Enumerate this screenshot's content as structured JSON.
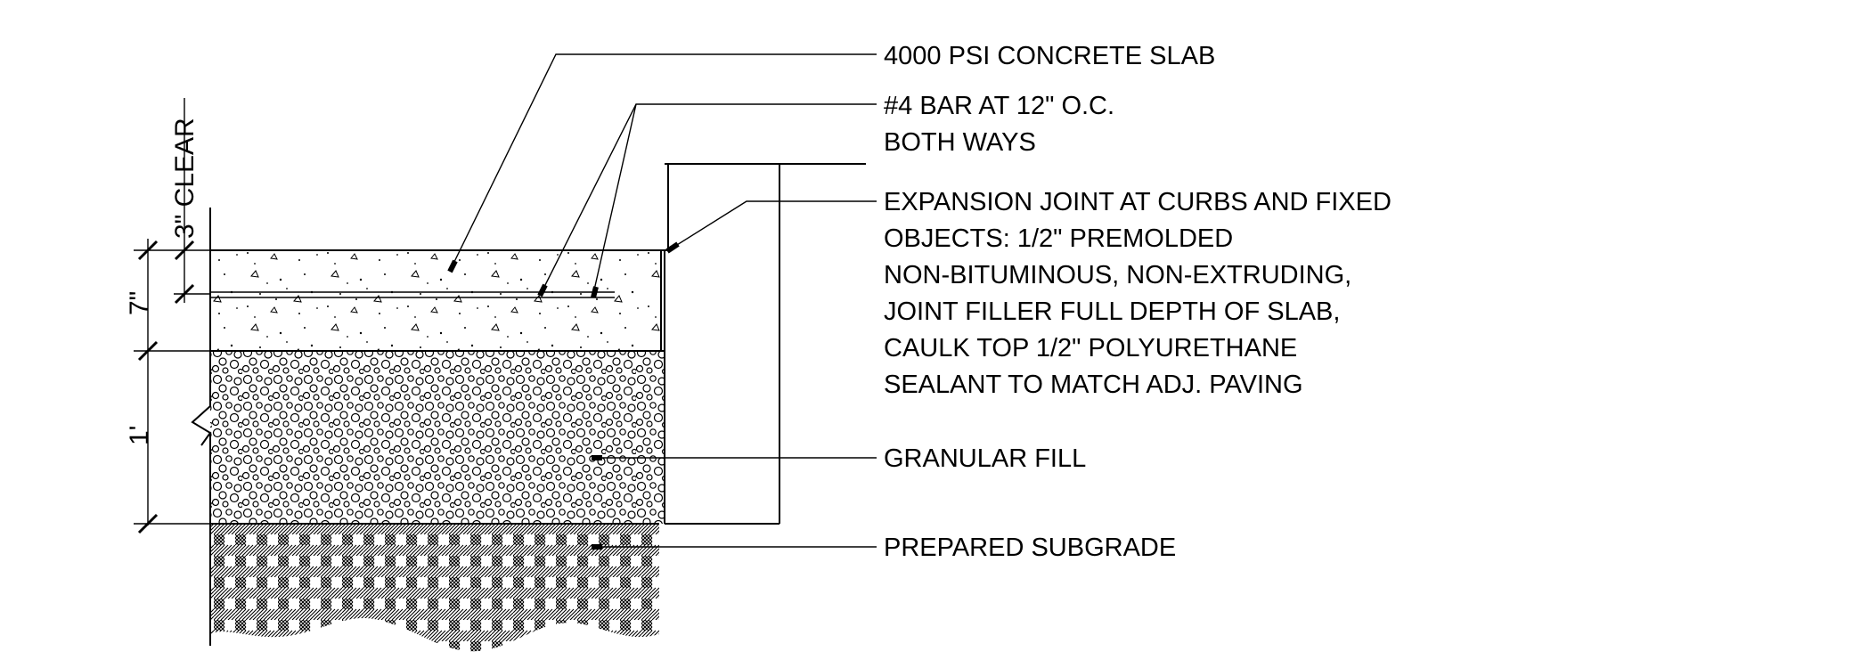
{
  "labels": {
    "concrete": "4000 PSI CONCRETE SLAB",
    "rebar": [
      "#4 BAR AT 12\" O.C.",
      "BOTH WAYS"
    ],
    "joint": [
      "EXPANSION JOINT AT CURBS AND FIXED",
      "OBJECTS: 1/2\" PREMOLDED",
      "NON-BITUMINOUS, NON-EXTRUDING,",
      "JOINT FILLER FULL DEPTH OF SLAB,",
      "CAULK TOP 1/2\" POLYURETHANE",
      "SEALANT TO MATCH ADJ. PAVING"
    ],
    "fill": "GRANULAR FILL",
    "subgrade": "PREPARED SUBGRADE"
  },
  "dimensions": {
    "clear": "3\" CLEAR",
    "slab": "7\"",
    "fill": "1'"
  }
}
